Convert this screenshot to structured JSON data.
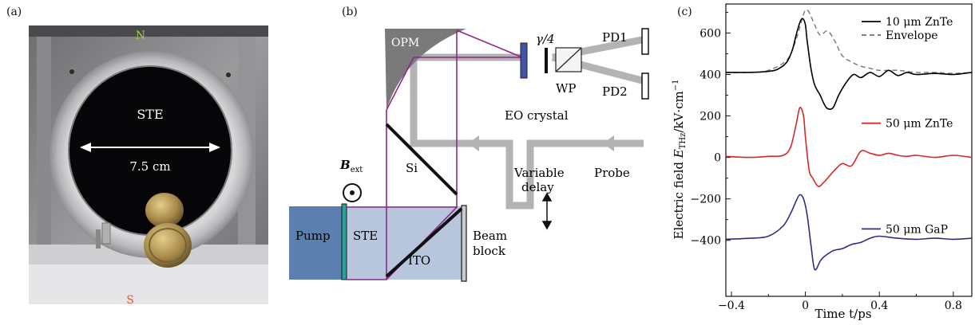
{
  "panel_a": {
    "label": "(a)",
    "north": "N",
    "south": "S",
    "ste": "STE",
    "diameter": "7.5 cm"
  },
  "panel_b": {
    "label": "(b)",
    "opm": "OPM",
    "quarter_wave": "γ/4",
    "wp": "WP",
    "pd1": "PD1",
    "pd2": "PD2",
    "eo_crystal": "EO crystal",
    "b_ext_main": "B",
    "b_ext_sub": "ext",
    "si": "Si",
    "variable_delay_line1": "Variable",
    "variable_delay_line2": "delay",
    "probe": "Probe",
    "pump": "Pump",
    "ste": "STE",
    "ito": "ITO",
    "beam_block_line1": "Beam",
    "beam_block_line2": "block"
  },
  "colors": {
    "pump_blue": "#5b7fae",
    "ste_box": "#b7c6dc",
    "magenta": "#8e2a87",
    "probe_gray": "#b3b3b3",
    "eo_blue": "#4254a8",
    "ste_teal": "#2aa39a"
  },
  "chart_data": {
    "label": "(c)",
    "type": "line",
    "xlabel": "Time t/ps",
    "ylabel_prefix": "Electric field ",
    "ylabel_sym": "E",
    "ylabel_sub": "THz",
    "ylabel_unit": "/kV·cm",
    "ylabel_sup": "−1",
    "xlim": [
      -0.43,
      0.9
    ],
    "ylim": [
      -670,
      740
    ],
    "xticks": [
      -0.4,
      0,
      0.4,
      0.8
    ],
    "xtick_labels": [
      "−0.4",
      "0",
      "0.4",
      "0.8"
    ],
    "yticks": [
      -400,
      -200,
      0,
      200,
      400,
      600
    ],
    "ytick_labels": [
      "−400",
      "−200",
      "0",
      "200",
      "400",
      "600"
    ],
    "series": [
      {
        "name": "10 μm ZnTe",
        "color": "#000000",
        "dashed": false,
        "x": [
          -0.43,
          -0.3,
          -0.2,
          -0.15,
          -0.1,
          -0.07,
          -0.05,
          -0.03,
          -0.015,
          0,
          0.01,
          0.03,
          0.05,
          0.08,
          0.1,
          0.12,
          0.15,
          0.18,
          0.22,
          0.26,
          0.3,
          0.35,
          0.4,
          0.45,
          0.5,
          0.55,
          0.6,
          0.7,
          0.8,
          0.9
        ],
        "y": [
          410,
          410,
          415,
          425,
          460,
          520,
          590,
          650,
          670,
          640,
          560,
          430,
          350,
          300,
          260,
          235,
          240,
          300,
          360,
          400,
          385,
          410,
          390,
          420,
          395,
          410,
          400,
          405,
          400,
          410
        ]
      },
      {
        "name": "Envelope",
        "color": "#777777",
        "dashed": true,
        "x": [
          -0.43,
          -0.3,
          -0.2,
          -0.1,
          -0.05,
          -0.02,
          0,
          0.02,
          0.05,
          0.08,
          0.12,
          0.16,
          0.2,
          0.25,
          0.3,
          0.35,
          0.4,
          0.5,
          0.6,
          0.7,
          0.8,
          0.9
        ],
        "y": [
          410,
          410,
          420,
          470,
          570,
          660,
          710,
          700,
          640,
          590,
          610,
          560,
          490,
          460,
          440,
          430,
          420,
          420,
          410,
          410,
          405,
          410
        ]
      },
      {
        "name": "50 μm ZnTe",
        "color": "#d62728",
        "dashed": false,
        "x": [
          -0.43,
          -0.3,
          -0.2,
          -0.12,
          -0.08,
          -0.05,
          -0.03,
          -0.01,
          0,
          0.02,
          0.04,
          0.07,
          0.1,
          0.13,
          0.16,
          0.2,
          0.25,
          0.3,
          0.35,
          0.4,
          0.45,
          0.5,
          0.55,
          0.6,
          0.7,
          0.8,
          0.9
        ],
        "y": [
          5,
          0,
          5,
          10,
          50,
          160,
          240,
          200,
          100,
          -60,
          -100,
          -140,
          -120,
          -90,
          -60,
          -30,
          -40,
          30,
          20,
          10,
          20,
          10,
          5,
          10,
          0,
          10,
          0
        ]
      },
      {
        "name": "50 μm GaP",
        "color": "#2e2e7e",
        "dashed": false,
        "x": [
          -0.43,
          -0.3,
          -0.2,
          -0.12,
          -0.08,
          -0.05,
          -0.03,
          -0.01,
          0.01,
          0.03,
          0.05,
          0.08,
          0.1,
          0.15,
          0.2,
          0.25,
          0.3,
          0.35,
          0.4,
          0.5,
          0.6,
          0.7,
          0.8,
          0.9
        ],
        "y": [
          -395,
          -390,
          -380,
          -330,
          -270,
          -210,
          -180,
          -200,
          -280,
          -420,
          -540,
          -500,
          -480,
          -450,
          -440,
          -420,
          -410,
          -390,
          -380,
          -390,
          -395,
          -390,
          -395,
          -390
        ]
      }
    ],
    "legend": [
      {
        "name": "10 μm ZnTe",
        "y": 655
      },
      {
        "name": "Envelope",
        "y": 590
      },
      {
        "name": "50 μm ZnTe",
        "y": 165
      },
      {
        "name": "50 μm GaP",
        "y": -345
      }
    ]
  }
}
